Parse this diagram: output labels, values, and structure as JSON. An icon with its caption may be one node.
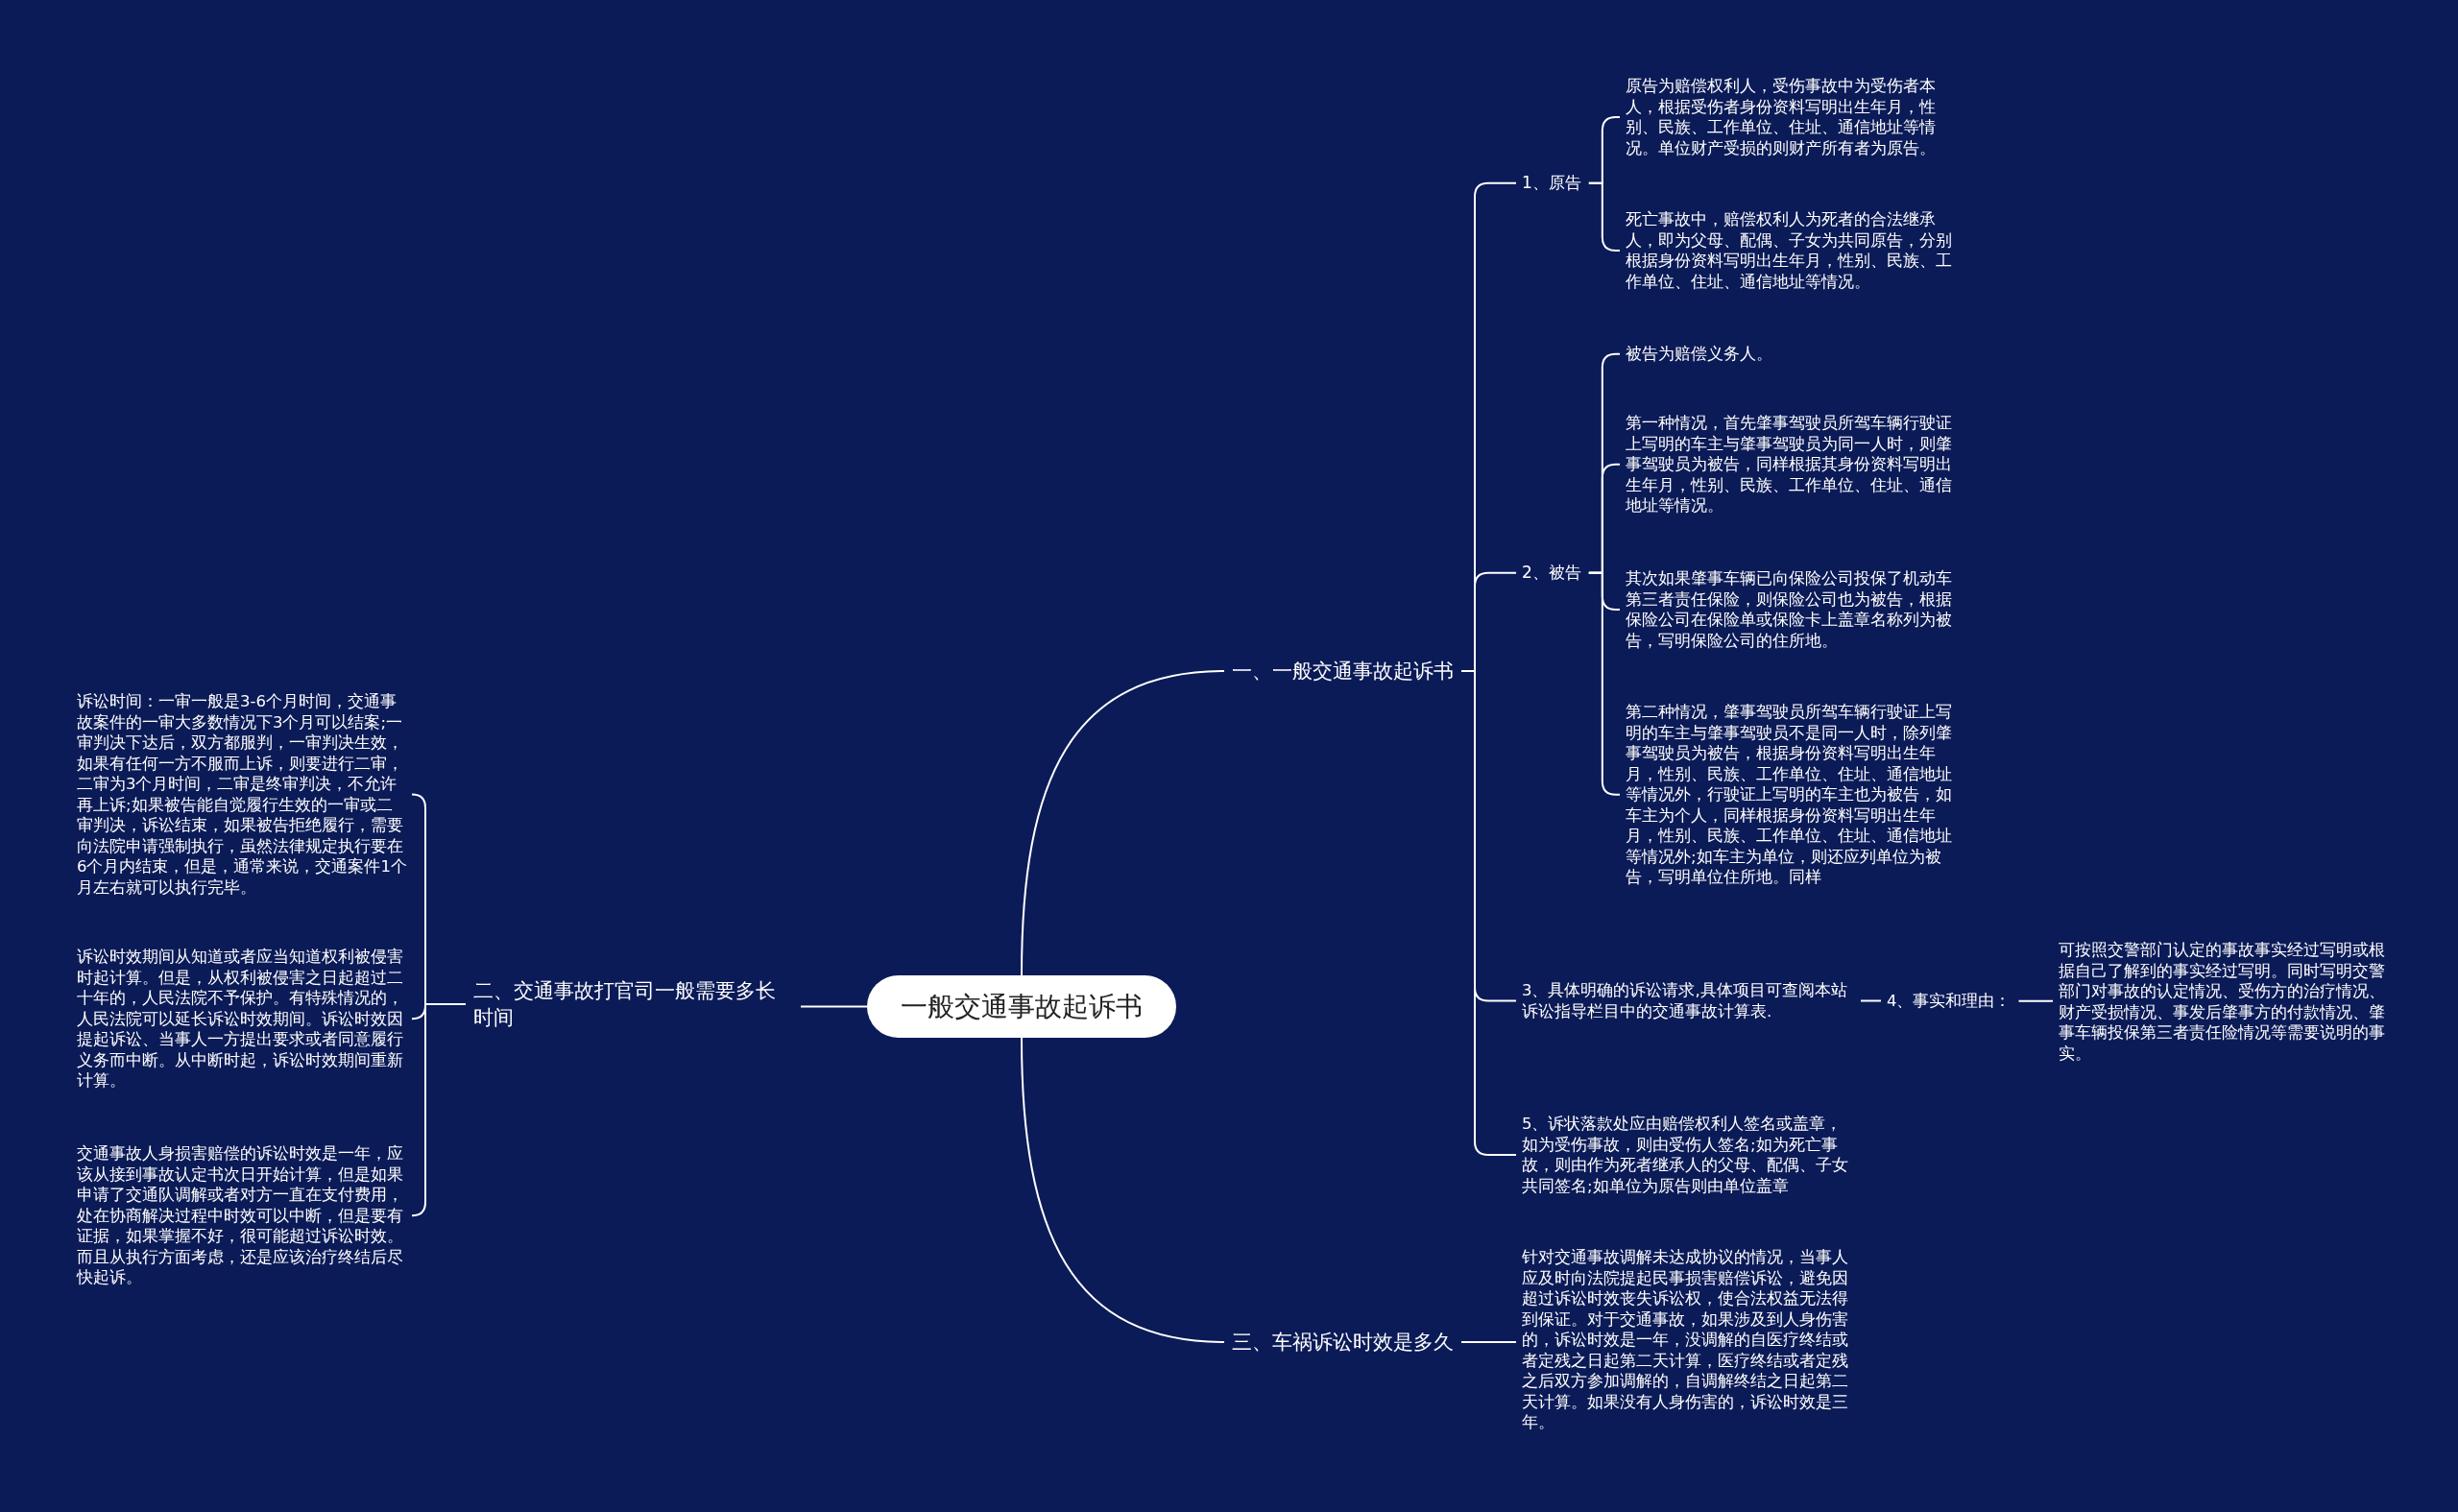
{
  "diagram": {
    "nodes": [
      {
        "text": [
          "一般交通事故起诉书"
        ]
      },
      {
        "text": [
          "一、一般交通事故起诉书"
        ]
      },
      {
        "text": [
          "1、原告"
        ]
      },
      {
        "text": [
          "原告为赔偿权利人，受伤事故中为受伤者本人，根据受伤者身份资料写明出生年月，性别、民族、工作单位、住址、通信地址等情况。单位财产受损的则财产所有者为原告。"
        ]
      },
      {
        "text": [
          "死亡事故中，赔偿权利人为死者的合法继承人，即为父母、配偶、子女为共同原告，分别根据身份资料写明出生年月，性别、民族、工作单位、住址、通信地址等情况。"
        ]
      },
      {
        "text": [
          "2、被告"
        ]
      },
      {
        "text": [
          "被告为赔偿义务人。"
        ]
      },
      {
        "text": [
          "第一种情况，首先肇事驾驶员所驾车辆行驶证上写明的车主与肇事驾驶员为同一人时，则肇事驾驶员为被告，同样根据其身份资料写明出生年月，性别、民族、工作单位、住址、通信地址等情况。"
        ]
      },
      {
        "text": [
          "其次如果肇事车辆已向保险公司投保了机动车第三者责任保险，则保险公司也为被告，根据保险公司在保险单或保险卡上盖章名称列为被告，写明保险公司的住所地。"
        ]
      },
      {
        "text": [
          "第二种情况，肇事驾驶员所驾车辆行驶证上写明的车主与肇事驾驶员不是同一人时，除列肇事驾驶员为被告，根据身份资料写明出生年月，性别、民族、工作单位、住址、通信地址等情况外，行驶证上写明的车主也为被告，如车主为个人，同样根据身份资料写明出生年月，性别、民族、工作单位、住址、通信地址等情况外;如车主为单位，则还应列单位为被告，写明单位住所地。同样"
        ]
      },
      {
        "text": [
          "3、具体明确的诉讼请求,具体项目可查阅本站诉讼指导栏目中的交通事故计算表."
        ]
      },
      {
        "text": [
          "4、事实和理由："
        ]
      },
      {
        "text": [
          "可按照交警部门认定的事故事实经过写明或根据自己了解到的事实经过写明。同时写明交警部门对事故的认定情况、受伤方的治疗情况、财产受损情况、事发后肇事方的付款情况、肇事车辆投保第三者责任险情况等需要说明的事实。"
        ]
      },
      {
        "text": [
          "5、诉状落款处应由赔偿权利人签名或盖章，如为受伤事故，则由受伤人签名;如为死亡事故，则由作为死者继承人的父母、配偶、子女共同签名;如单位为原告则由单位盖章"
        ]
      },
      {
        "text": [
          "二、交通事故打官司一般需要多长时间"
        ]
      },
      {
        "text": [
          "诉讼时间：一审一般是3-6个月时间，交通事故案件的一审大多数情况下3个月可以结案;一审判决下达后，双方都服判，一审判决生效，如果有任何一方不服而上诉，则要进行二审，二审为3个月时间，二审是终审判决，不允许再上诉;如果被告能自觉履行生效的一审或二审判决，诉讼结束，如果被告拒绝履行，需要向法院申请强制执行，虽然法律规定执行要在6个月内结束，但是，通常来说，交通案件1个月左右就可以执行完毕。"
        ]
      },
      {
        "text": [
          "诉讼时效期间从知道或者应当知道权利被侵害时起计算。但是，从权利被侵害之日起超过二十年的，人民法院不予保护。有特殊情况的，人民法院可以延长诉讼时效期间。诉讼时效因提起诉讼、当事人一方提出要求或者同意履行义务而中断。从中断时起，诉讼时效期间重新计算。"
        ]
      },
      {
        "text": [
          "交通事故人身损害赔偿的诉讼时效是一年，应该从接到事故认定书次日开始计算，但是如果申请了交通队调解或者对方一直在支付费用，处在协商解决过程中时效可以中断，但是要有证据，如果掌握不好，很可能超过诉讼时效。而且从执行方面考虑，还是应该治疗终结后尽快起诉。"
        ]
      },
      {
        "text": [
          "三、车祸诉讼时效是多久"
        ]
      },
      {
        "text": [
          "针对交通事故调解未达成协议的情况，当事人应及时向法院提起民事损害赔偿诉讼，避免因超过诉讼时效丧失诉讼权，使合法权益无法得到保证。对于交通事故，如果涉及到人身伤害的，诉讼时效是一年，没调解的自医疗终结或者定残之日起第二天计算，医疗终结或者定残之后双方参加调解的，自调解终结之日起第二天计算。如果没有人身伤害的，诉讼时效是三年。"
        ]
      }
    ],
    "edges": [
      {
        "from": 0,
        "to": 1,
        "arrow": "none"
      },
      {
        "from": 0,
        "to": 14,
        "arrow": "none"
      },
      {
        "from": 0,
        "to": 18,
        "arrow": "none"
      },
      {
        "from": 1,
        "to": 2,
        "arrow": "none"
      },
      {
        "from": 1,
        "to": 5,
        "arrow": "none"
      },
      {
        "from": 1,
        "to": 10,
        "arrow": "none"
      },
      {
        "from": 1,
        "to": 13,
        "arrow": "none"
      },
      {
        "from": 2,
        "to": 3,
        "arrow": "none"
      },
      {
        "from": 2,
        "to": 4,
        "arrow": "none"
      },
      {
        "from": 5,
        "to": 6,
        "arrow": "none"
      },
      {
        "from": 5,
        "to": 7,
        "arrow": "none"
      },
      {
        "from": 5,
        "to": 8,
        "arrow": "none"
      },
      {
        "from": 5,
        "to": 9,
        "arrow": "none"
      },
      {
        "from": 10,
        "to": 11,
        "arrow": "none"
      },
      {
        "from": 11,
        "to": 12,
        "arrow": "none"
      },
      {
        "from": 14,
        "to": 15,
        "arrow": "none"
      },
      {
        "from": 14,
        "to": 16,
        "arrow": "none"
      },
      {
        "from": 14,
        "to": 17,
        "arrow": "none"
      },
      {
        "from": 18,
        "to": 19,
        "arrow": "none"
      }
    ]
  }
}
